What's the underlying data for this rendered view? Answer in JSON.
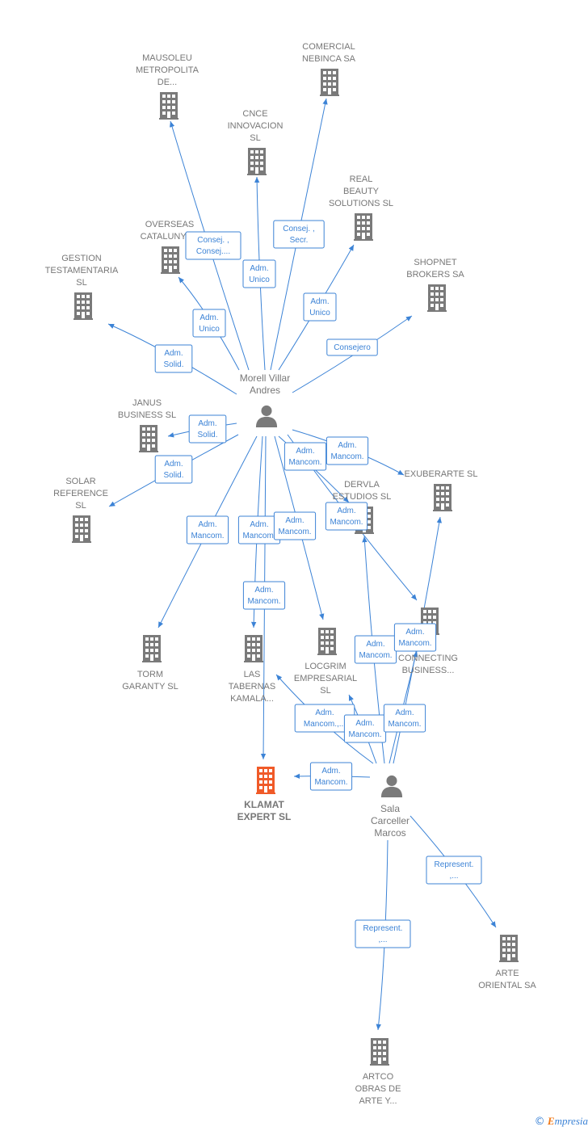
{
  "colors": {
    "edge": "#3c83d6",
    "building": "#7a7a7a",
    "focus": "#f05a28",
    "person": "#7a7a7a"
  },
  "companies": [
    {
      "id": "mausoleu",
      "lines": [
        "MAUSOLEU",
        "METROPOLITA",
        "DE..."
      ],
      "icon": "building-icon"
    },
    {
      "id": "comercial",
      "lines": [
        "COMERCIAL",
        "NEBINCA SA"
      ],
      "icon": "building-icon"
    },
    {
      "id": "cnce",
      "lines": [
        "CNCE",
        "INNOVACION",
        "SL"
      ],
      "icon": "building-icon"
    },
    {
      "id": "real",
      "lines": [
        "REAL",
        "BEAUTY",
        "SOLUTIONS  SL"
      ],
      "icon": "building-icon"
    },
    {
      "id": "overseas",
      "lines": [
        "OVERSEAS",
        "CATALUNYA..."
      ],
      "icon": "building-icon"
    },
    {
      "id": "shopnet",
      "lines": [
        "SHOPNET",
        "BROKERS SA"
      ],
      "icon": "building-icon"
    },
    {
      "id": "gestion",
      "lines": [
        "GESTION",
        "TESTAMENTARIA",
        "SL"
      ],
      "icon": "building-icon"
    },
    {
      "id": "janus",
      "lines": [
        "JANUS",
        "BUSINESS SL"
      ],
      "icon": "building-icon"
    },
    {
      "id": "solar",
      "lines": [
        "SOLAR",
        "REFERENCE",
        "SL"
      ],
      "icon": "building-icon"
    },
    {
      "id": "dervla",
      "lines": [
        "DERVLA",
        "ESTUDIOS  SL"
      ],
      "icon": "building-icon"
    },
    {
      "id": "exuberarte",
      "lines": [
        "EXUBERARTE SL"
      ],
      "icon": "building-icon"
    },
    {
      "id": "connecting",
      "lines": [
        "...D",
        "CONNECTING",
        "BUSINESS..."
      ],
      "icon": "building-icon"
    },
    {
      "id": "torm",
      "lines": [
        "TORM",
        "GARANTY  SL"
      ],
      "icon": "building-icon"
    },
    {
      "id": "tabernas",
      "lines": [
        "LAS",
        "TABERNAS",
        "KAMALA..."
      ],
      "icon": "building-icon"
    },
    {
      "id": "locgrim",
      "lines": [
        "LOCGRIM",
        "EMPRESARIAL",
        "SL"
      ],
      "icon": "building-icon"
    },
    {
      "id": "klamat",
      "lines": [
        "KLAMAT",
        "EXPERT  SL"
      ],
      "icon": "building-icon",
      "focus": true
    },
    {
      "id": "arte",
      "lines": [
        "ARTE",
        "ORIENTAL SA"
      ],
      "icon": "building-icon"
    },
    {
      "id": "artco",
      "lines": [
        "ARTCO",
        "OBRAS DE",
        "ARTE Y..."
      ],
      "icon": "building-icon"
    }
  ],
  "people": [
    {
      "id": "morell",
      "lines": [
        "Morell Villar",
        "Andres"
      ],
      "icon": "person-icon"
    },
    {
      "id": "sala",
      "lines": [
        "Sala",
        "Carceller",
        "Marcos"
      ],
      "icon": "person-icon"
    }
  ],
  "edges": [
    {
      "from": "morell",
      "to": "mausoleu",
      "label": [
        "Consej. ,",
        "Consej...."
      ]
    },
    {
      "from": "morell",
      "to": "comercial",
      "label": [
        "Consej. ,",
        "Secr."
      ]
    },
    {
      "from": "morell",
      "to": "cnce",
      "label": [
        "Adm.",
        "Unico"
      ]
    },
    {
      "from": "morell",
      "to": "real",
      "label": [
        "Adm.",
        "Unico"
      ]
    },
    {
      "from": "morell",
      "to": "overseas",
      "label": [
        "Adm.",
        "Unico"
      ]
    },
    {
      "from": "morell",
      "to": "shopnet",
      "label": [
        "Consejero"
      ]
    },
    {
      "from": "morell",
      "to": "gestion",
      "label": [
        "Adm.",
        "Solid."
      ]
    },
    {
      "from": "morell",
      "to": "janus",
      "label": [
        "Adm.",
        "Solid."
      ]
    },
    {
      "from": "morell",
      "to": "solar",
      "label": [
        "Adm.",
        "Solid."
      ]
    },
    {
      "from": "morell",
      "to": "dervla",
      "label": [
        "Adm.",
        "Mancom."
      ]
    },
    {
      "from": "morell",
      "to": "exuberarte",
      "label": [
        "Adm.",
        "Mancom."
      ]
    },
    {
      "from": "morell",
      "to": "connecting",
      "label": [
        "Adm.",
        "Mancom."
      ]
    },
    {
      "from": "morell",
      "to": "torm",
      "label": [
        "Adm.",
        "Mancom."
      ]
    },
    {
      "from": "morell",
      "to": "tabernas",
      "label": [
        "Adm.",
        "Mancom."
      ]
    },
    {
      "from": "morell",
      "to": "locgrim",
      "label": [
        "Adm.",
        "Mancom."
      ]
    },
    {
      "from": "morell",
      "to": "klamat",
      "label": [
        "Adm.",
        "Mancom."
      ]
    },
    {
      "from": "sala",
      "to": "klamat",
      "label": [
        "Adm.",
        "Mancom."
      ]
    },
    {
      "from": "sala",
      "to": "tabernas",
      "label": [
        "Adm.",
        "Mancom.,..."
      ]
    },
    {
      "from": "sala",
      "to": "locgrim",
      "label": [
        "Adm.",
        "Mancom."
      ]
    },
    {
      "from": "sala",
      "to": "dervla",
      "label": [
        "Adm.",
        "Mancom."
      ]
    },
    {
      "from": "sala",
      "to": "connecting",
      "label": [
        "Adm.",
        "Mancom."
      ]
    },
    {
      "from": "sala",
      "to": "exuberarte",
      "label": [
        "Adm.",
        "Mancom."
      ]
    },
    {
      "from": "sala",
      "to": "arte",
      "label": [
        "Represent.",
        ",..."
      ]
    },
    {
      "from": "sala",
      "to": "artco",
      "label": [
        "Represent.",
        ",..."
      ]
    }
  ],
  "footer": {
    "copyright": "©",
    "brand_initial": "E",
    "brand_rest": "mpresia"
  }
}
